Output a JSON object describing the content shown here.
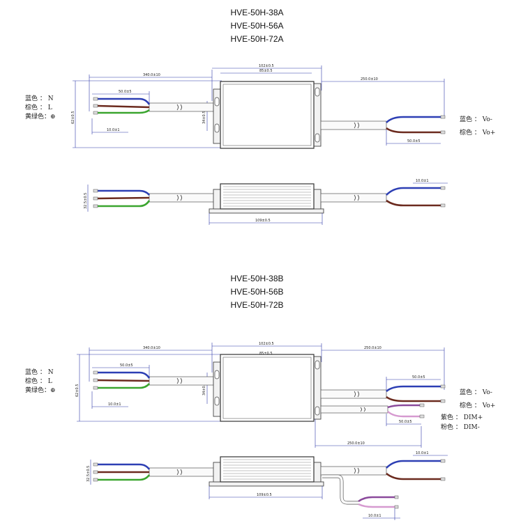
{
  "titles": {
    "a": [
      "HVE-50H-38A",
      "HVE-50H-56A",
      "HVE-50H-72A"
    ],
    "b": [
      "HVE-50H-38B",
      "HVE-50H-56B",
      "HVE-50H-72B"
    ]
  },
  "dims": {
    "d340": "340.0±10",
    "d102": "102±0.5",
    "d85": "85±0.5",
    "d250": "250.0±10",
    "d50": "50.0±5",
    "d10": "10.0±1",
    "d62": "62±0.5",
    "d34": "34±0.5",
    "d32": "32.5±0.5",
    "d109": "109±0.5"
  },
  "legend": {
    "blue_n": "蓝色 ： N",
    "brown_l": "棕色 ： L",
    "ground": "黄绿色：⊕",
    "blue_vo": "蓝色 ： Vo-",
    "brown_vo": "棕色 ： Vo+",
    "purple_dim": "紫色 ： DIM+",
    "pink_dim": "粉色 ： DIM-"
  },
  "colors": {
    "blue": "#2d3fb4",
    "brown": "#6b2a1e",
    "green": "#3aa52e",
    "purple": "#8b4a9c",
    "pink": "#d69ad0",
    "dim_line": "#2f38a8"
  }
}
